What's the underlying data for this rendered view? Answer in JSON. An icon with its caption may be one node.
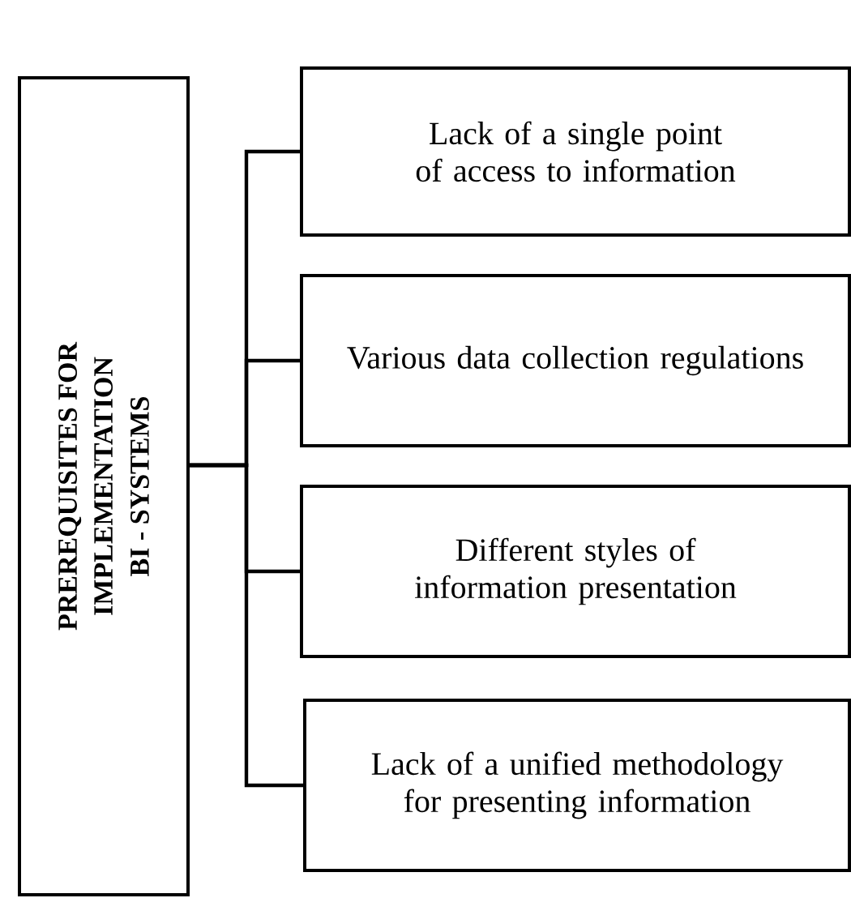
{
  "diagram": {
    "nodes": [
      {
        "text": [
          "PREREQUISITES FOR IMPLEMENTATION",
          "BI - SYSTEMS"
        ]
      },
      {
        "text": [
          "Lack of a single point of access to information"
        ]
      },
      {
        "text": [
          "Various data collection regulations"
        ]
      },
      {
        "text": [
          "Different styles of information presentation"
        ]
      },
      {
        "text": [
          "Lack of a unified methodology for presenting information"
        ]
      }
    ],
    "edges": [
      {
        "from": 0,
        "to": 1,
        "arrow": "none"
      },
      {
        "from": 0,
        "to": 2,
        "arrow": "none"
      },
      {
        "from": 0,
        "to": 3,
        "arrow": "none"
      },
      {
        "from": 0,
        "to": 4,
        "arrow": "none"
      }
    ]
  }
}
